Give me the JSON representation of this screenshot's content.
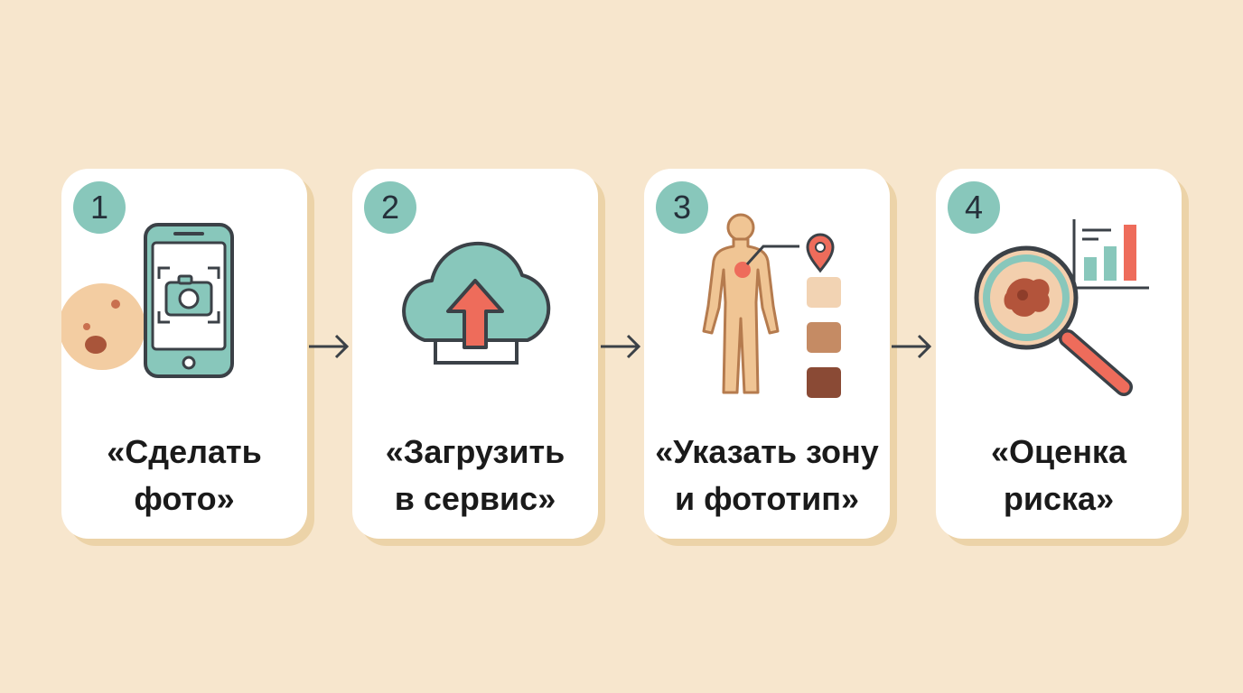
{
  "steps": [
    {
      "number": "1",
      "line1": "«Сделать",
      "line2": "фото»",
      "icon": "phone-camera-icon"
    },
    {
      "number": "2",
      "line1": "«Загрузить",
      "line2": "в сервис»",
      "icon": "cloud-upload-icon"
    },
    {
      "number": "3",
      "line1": "«Указать зону",
      "line2": "и фототип»",
      "icon": "body-map-phototype-icon"
    },
    {
      "number": "4",
      "line1": "«Оценка",
      "line2": "риска»",
      "icon": "magnifier-chart-icon"
    }
  ],
  "colors": {
    "background": "#f7e6cd",
    "card": "#ffffff",
    "badge": "#88c7bb",
    "teal": "#88c7bb",
    "coral": "#ee6c5b",
    "outline": "#3b4147",
    "skin": "#f0c594"
  }
}
